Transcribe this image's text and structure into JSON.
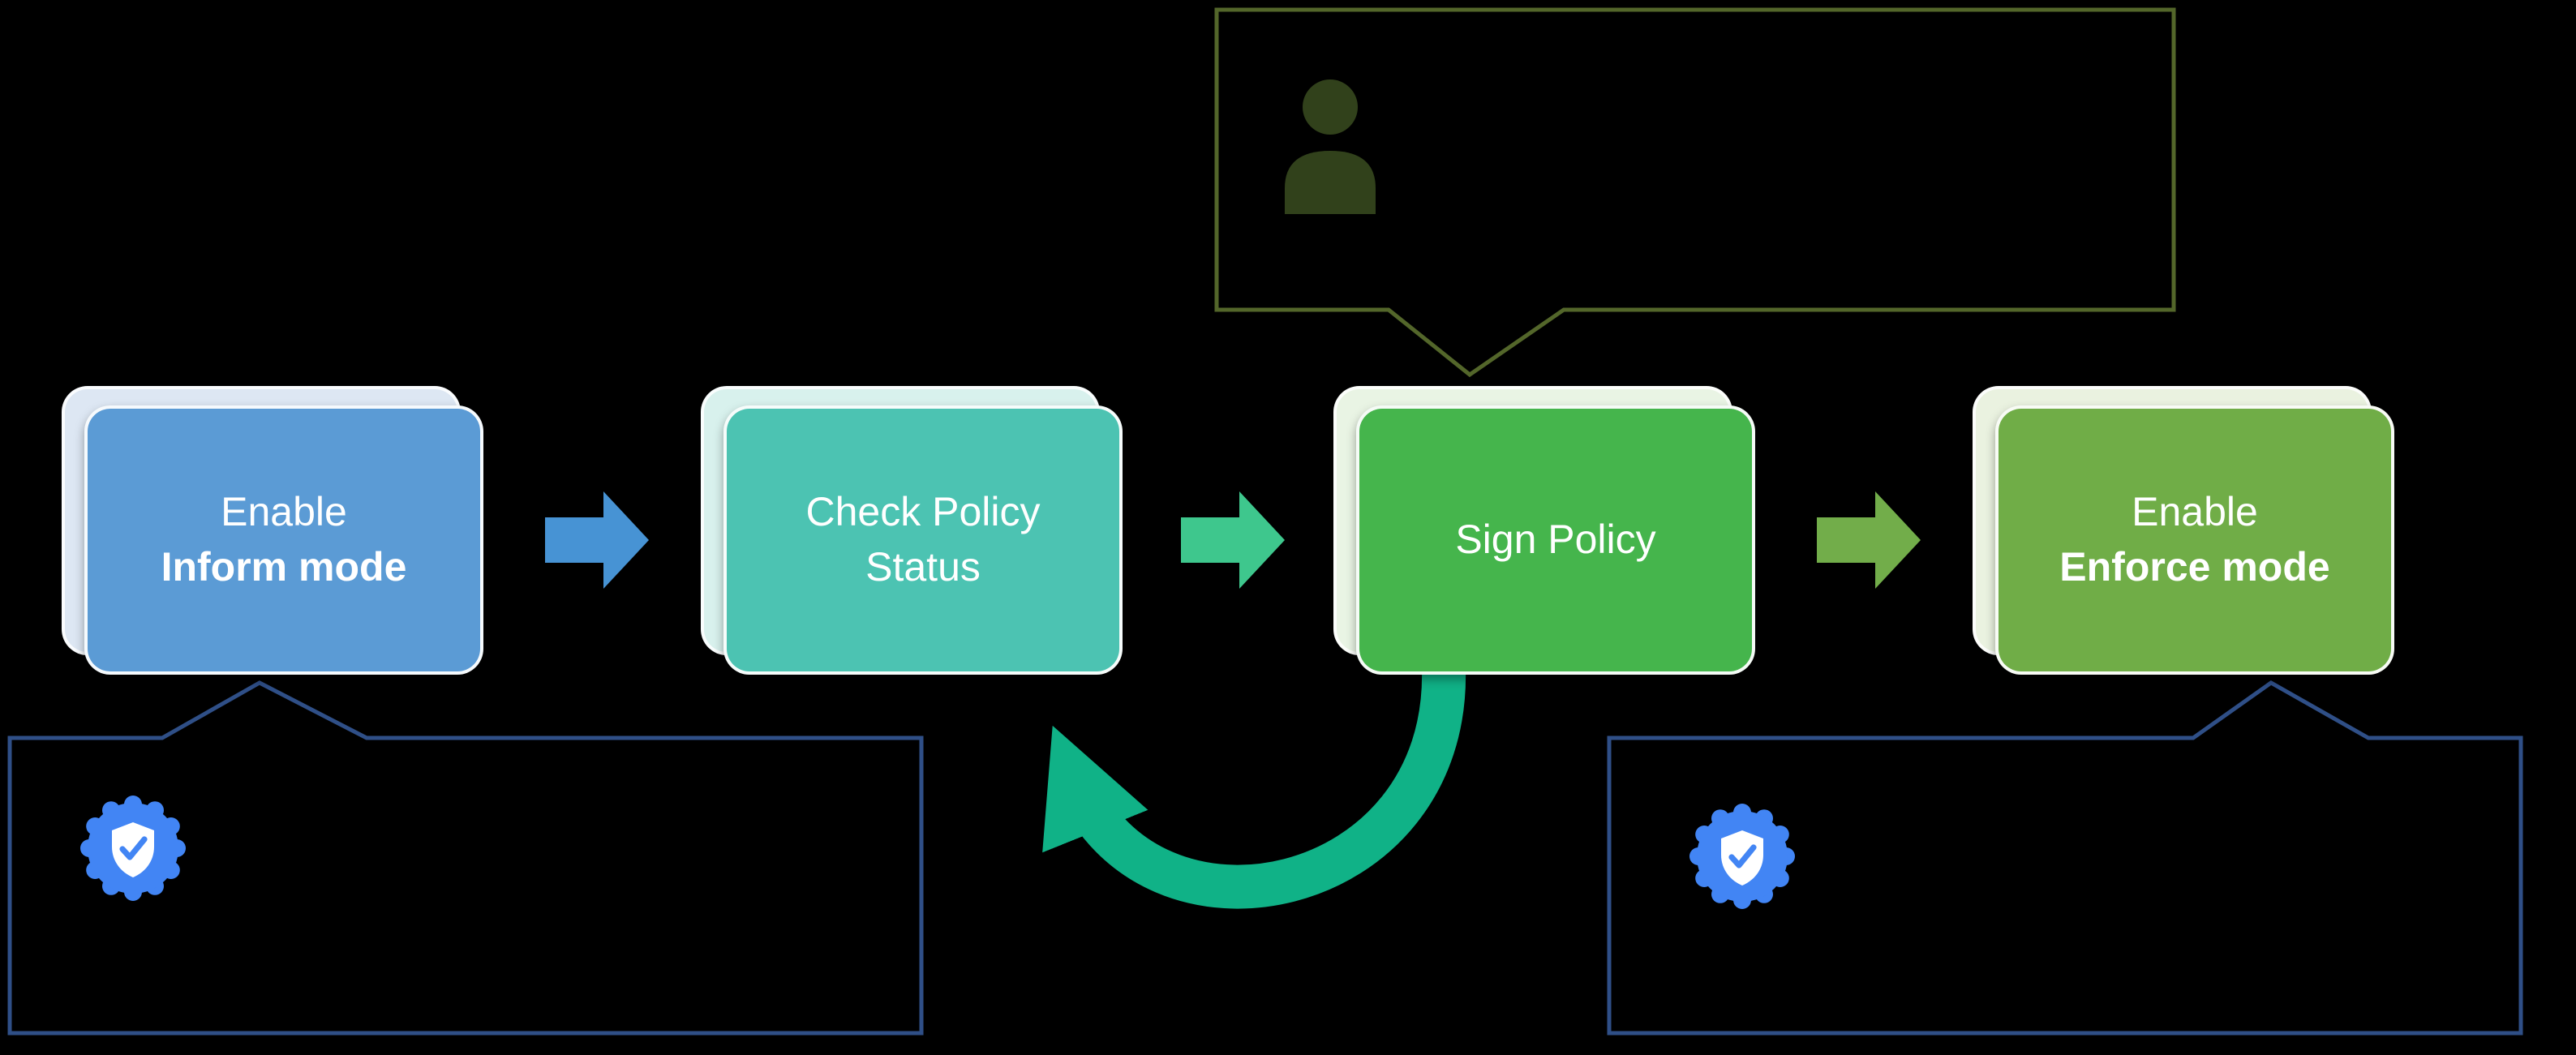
{
  "background": "#000000",
  "flow": {
    "boxes": [
      {
        "line1": "Enable",
        "line2": "Inform mode",
        "color": "#5b9bd5"
      },
      {
        "line1": "Check Policy",
        "line2": "Status",
        "color": "#4cc3b2"
      },
      {
        "line1": "Sign Policy",
        "line2": "",
        "color": "#45b54c"
      },
      {
        "line1": "Enable",
        "line2": "Enforce mode",
        "color": "#70ad47"
      }
    ],
    "arrows": [
      {
        "name": "arrow-right-1",
        "color": "#4793d4"
      },
      {
        "name": "arrow-right-2",
        "color": "#3ec78d"
      },
      {
        "name": "arrow-right-3",
        "color": "#72ad4a"
      }
    ],
    "loop_arrow": {
      "color": "#10b287",
      "from": "Sign Policy",
      "to": "Check Policy Status"
    }
  },
  "callouts": {
    "top": {
      "border_color": "#53662a",
      "icon": "person-icon",
      "points_to": "Sign Policy"
    },
    "bottom_left": {
      "border_color": "#2f4f87",
      "icon": "shield-check-icon",
      "points_to": "Enable Inform mode"
    },
    "bottom_right": {
      "border_color": "#2f4f87",
      "icon": "shield-check-icon",
      "points_to": "Enable Enforce mode"
    }
  },
  "icon_colors": {
    "person": "#31411b",
    "shield_badge": "#4285f4",
    "shield_inner": "#ffffff"
  }
}
